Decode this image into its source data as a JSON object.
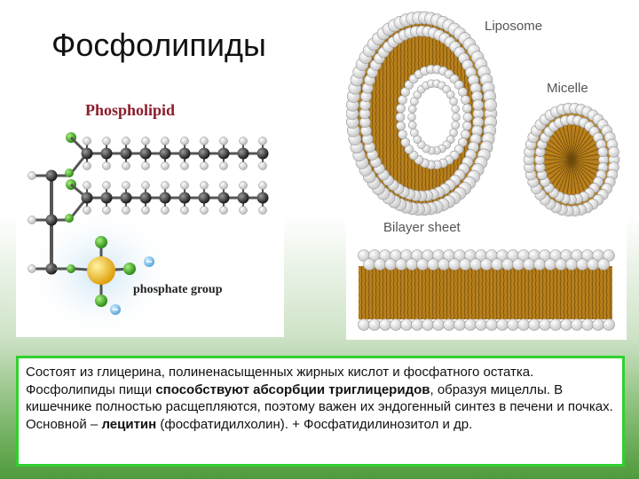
{
  "slide": {
    "title": "Фосфолипиды"
  },
  "figure_left": {
    "heading": "Phospholipid",
    "phosphate_label": "phosphate group"
  },
  "figure_right": {
    "liposome_label": "Liposome",
    "micelle_label": "Micelle",
    "bilayer_label": "Bilayer sheet"
  },
  "caption": {
    "p1": "Состоят из глицерина, полиненасыщенных жирных кислот и фосфатного остатка. Фосфолипиды пищи ",
    "p2": "способствуют абсорбции триглицеридов",
    "p3": ", образуя мицеллы. В кишечнике полностью расщепляются, поэтому важен их эндогенный синтез в печени и почках. Основной – ",
    "p4": "лецитин",
    "p5": " (фосфатидилхолин). + Фосфатидилинозитол и др."
  },
  "colors": {
    "accent_border": "#2fd12f",
    "gold": "#c28a1c",
    "phosphate": "#f4c42a",
    "oxygen": "#4db329"
  }
}
